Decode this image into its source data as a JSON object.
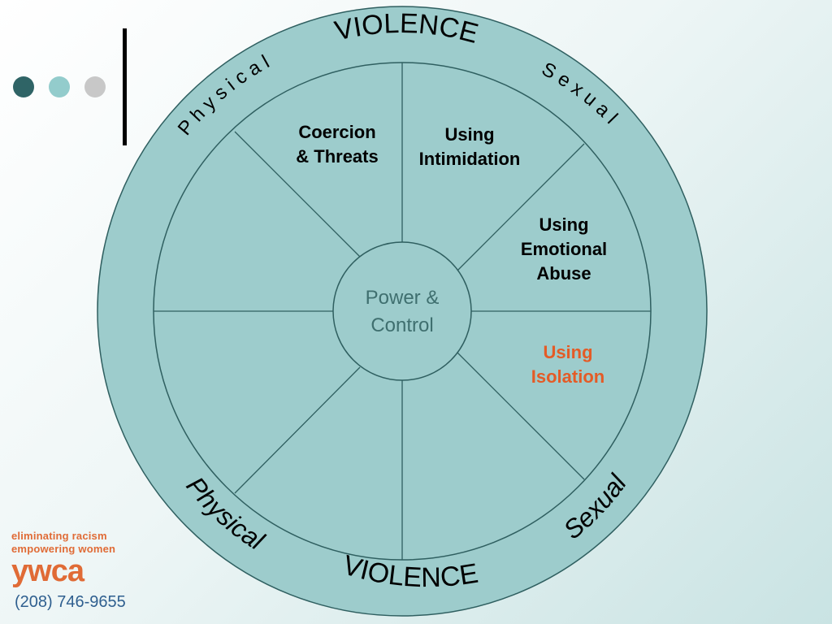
{
  "decor": {
    "dots": [
      {
        "name": "dark-teal",
        "color": "#2f6466"
      },
      {
        "name": "light-teal",
        "color": "#93cccc"
      },
      {
        "name": "gray",
        "color": "#c8c8c8"
      }
    ]
  },
  "colors": {
    "wheel_fill": "#9dcccc",
    "stroke": "#2f5f60",
    "isolation_text": "#e45b26",
    "center_text": "#3f6f6f"
  },
  "outer_ring": {
    "top_word": "VIOLENCE",
    "bottom_word": "VIOLENCE",
    "top_left_word": "P h y s i c a l",
    "top_right_word": "S e x u a l",
    "bottom_left_word": "Physical",
    "bottom_right_word": "Sexual"
  },
  "center": {
    "line1": "Power &",
    "line2": "Control"
  },
  "sectors": [
    {
      "line1": "Coercion",
      "line2": "& Threats",
      "highlight": false
    },
    {
      "line1": "Using",
      "line2": "Intimidation",
      "highlight": false
    },
    {
      "line1": "Using",
      "line2": "Emotional",
      "line3": "Abuse",
      "highlight": false
    },
    {
      "line1": "Using",
      "line2": "Isolation",
      "highlight": true
    }
  ],
  "logo": {
    "tagline1": "eliminating racism",
    "tagline2": "empowering women",
    "brand": "ywca"
  },
  "contact": {
    "phone": "(208) 746-9655"
  }
}
